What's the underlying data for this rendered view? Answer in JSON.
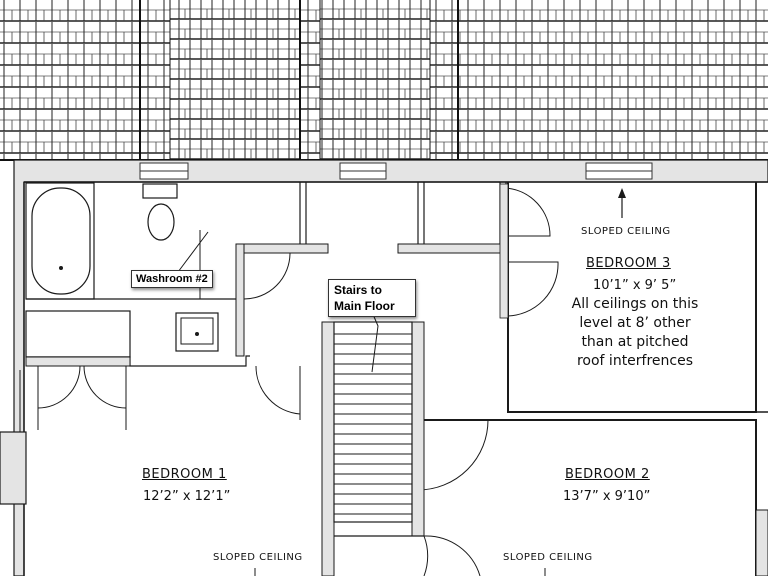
{
  "rooms": {
    "bedroom1": {
      "name": "BEDROOM 1",
      "dims": "12’2” x 12’1”"
    },
    "bedroom2": {
      "name": "BEDROOM 2",
      "dims": "13’7” x 9’10”"
    },
    "bedroom3": {
      "name": "BEDROOM 3",
      "dims": "10’1” x 9’ 5”"
    }
  },
  "note_lines": [
    "All ceilings on this",
    "level at 8’ other",
    "than at pitched",
    "roof interfrences"
  ],
  "sloped_ceiling": "SLOPED CEILING",
  "callouts": {
    "washroom": "Washroom #2",
    "stairs_line1": "Stairs to",
    "stairs_line2": "Main Floor"
  },
  "colors": {
    "wall_fill": "#e4e4e4",
    "line": "#1a1a1a",
    "roof_fill": "#ffffff"
  }
}
